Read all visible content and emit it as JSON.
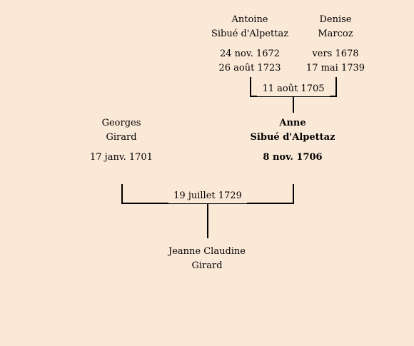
{
  "persons": {
    "antoine": {
      "first": "Antoine",
      "last": "Sibué d'Alpettaz",
      "birth": "24 nov. 1672",
      "death": "26 août 1723"
    },
    "denise": {
      "first": "Denise",
      "last": "Marcoz",
      "birth": "vers 1678",
      "death": "17 mai 1739"
    },
    "georges": {
      "first": "Georges",
      "last": "Girard",
      "birth": "17 janv. 1701"
    },
    "anne": {
      "first": "Anne",
      "last": "Sibué d'Alpettaz",
      "birth": "8 nov. 1706"
    },
    "jeanne": {
      "first": "Jeanne Claudine",
      "last": "Girard"
    }
  },
  "marriages": {
    "antoine_denise": "11 août 1705",
    "georges_anne": "19 juillet 1729"
  },
  "colors": {
    "background": "#fbe9d7",
    "lines": "#000000"
  }
}
